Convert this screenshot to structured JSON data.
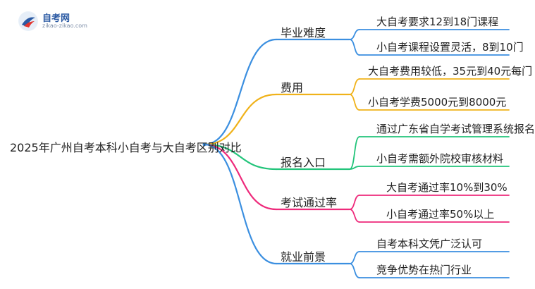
{
  "logo": {
    "title": "自考网",
    "url": "zikao-zikao.com"
  },
  "mindmap": {
    "root": "2025年广州自考本科小自考与大自考区别对比",
    "branches": [
      {
        "label": "毕业难度",
        "color": "#3b8fe0",
        "leaves": [
          "大自考要求12到18门课程",
          "小自考课程设置灵活，8到10门"
        ]
      },
      {
        "label": "费用",
        "color": "#f0b21a",
        "leaves": [
          "大自考费用较低，35元到40元每门",
          "小自考学费5000元到8000元"
        ]
      },
      {
        "label": "报名入口",
        "color": "#22c47a",
        "leaves": [
          "通过广东省自学考试管理系统报名",
          "小自考需额外院校审核材料"
        ]
      },
      {
        "label": "考试通过率",
        "color": "#ee2a7b",
        "leaves": [
          "大自考通过率10%到30%",
          "小自考通过率50%以上"
        ]
      },
      {
        "label": "就业前景",
        "color": "#3b8fe0",
        "leaves": [
          "自考本科文凭广泛认可",
          "竞争优势在热门行业"
        ]
      }
    ]
  }
}
